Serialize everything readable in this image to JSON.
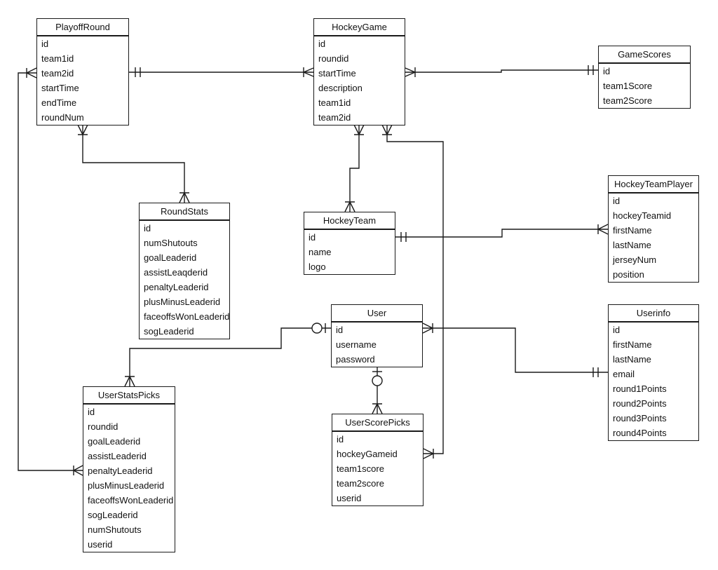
{
  "colors": {
    "line": "#1a1a1a",
    "background": "#ffffff",
    "table_fill": "#ffffff"
  },
  "tables": [
    {
      "name": "PlayoffRound",
      "fields": [
        "id",
        "team1id",
        "team2id",
        "startTime",
        "endTime",
        "roundNum"
      ]
    },
    {
      "name": "HockeyGame",
      "fields": [
        "id",
        "roundid",
        "startTime",
        "description",
        "team1id",
        "team2id"
      ]
    },
    {
      "name": "GameScores",
      "fields": [
        "id",
        "team1Score",
        "team2Score"
      ]
    },
    {
      "name": "RoundStats",
      "fields": [
        "id",
        "numShutouts",
        "goalLeaderid",
        "assistLeaqderid",
        "penaltyLeaderid",
        "plusMinusLeaderid",
        "faceoffsWonLeaderid",
        "sogLeaderid"
      ]
    },
    {
      "name": "HockeyTeam",
      "fields": [
        "id",
        "name",
        "logo"
      ]
    },
    {
      "name": "HockeyTeamPlayer",
      "fields": [
        "id",
        "hockeyTeamid",
        "firstName",
        "lastName",
        "jerseyNum",
        "position"
      ]
    },
    {
      "name": "User",
      "fields": [
        "id",
        "username",
        "password"
      ]
    },
    {
      "name": "Userinfo",
      "fields": [
        "id",
        "firstName",
        "lastName",
        "email",
        "round1Points",
        "round2Points",
        "round3Points",
        "round4Points"
      ]
    },
    {
      "name": "UserStatsPicks",
      "fields": [
        "id",
        "roundid",
        "goalLeaderid",
        "assistLeaderid",
        "penaltyLeaderid",
        "plusMinusLeaderid",
        "faceoffsWonLeaderid",
        "sogLeaderid",
        "numShutouts",
        "userid"
      ]
    },
    {
      "name": "UserScorePicks",
      "fields": [
        "id",
        "hockeyGameid",
        "team1score",
        "team2score",
        "userid"
      ]
    }
  ],
  "relationships": [
    {
      "from": "PlayoffRound",
      "from_symbol": "double-tick",
      "to": "HockeyGame",
      "to_symbol": "tick-crow-foot"
    },
    {
      "from": "HockeyGame",
      "from_symbol": "crow-foot-tick",
      "to": "GameScores",
      "to_symbol": "double-tick"
    },
    {
      "from": "PlayoffRound",
      "from_symbol": "crow-foot-tick",
      "to": "RoundStats",
      "to_symbol": "tick-crow-foot"
    },
    {
      "from": "HockeyGame",
      "from_symbol": "crow-foot-tick",
      "to": "HockeyTeam",
      "to_symbol": "tick-crow-foot"
    },
    {
      "from": "HockeyGame",
      "from_symbol": "crow-foot-tick",
      "to": "UserScorePicks",
      "to_symbol": "crow-foot-tick"
    },
    {
      "from": "HockeyTeam",
      "from_symbol": "double-tick",
      "to": "HockeyTeamPlayer",
      "to_symbol": "tick-crow-foot"
    },
    {
      "from": "User",
      "from_symbol": "tick-circle",
      "to": "UserStatsPicks",
      "to_symbol": "tick-crow-foot"
    },
    {
      "from": "User",
      "from_symbol": "crow-foot-tick",
      "to": "Userinfo",
      "to_symbol": "double-tick"
    },
    {
      "from": "User",
      "from_symbol": "tick-circle",
      "to": "UserScorePicks",
      "to_symbol": "tick-crow-foot"
    },
    {
      "from": "PlayoffRound",
      "from_symbol": "crow-foot-tick",
      "to": "UserStatsPicks",
      "to_symbol": "tick-crow-foot"
    }
  ]
}
